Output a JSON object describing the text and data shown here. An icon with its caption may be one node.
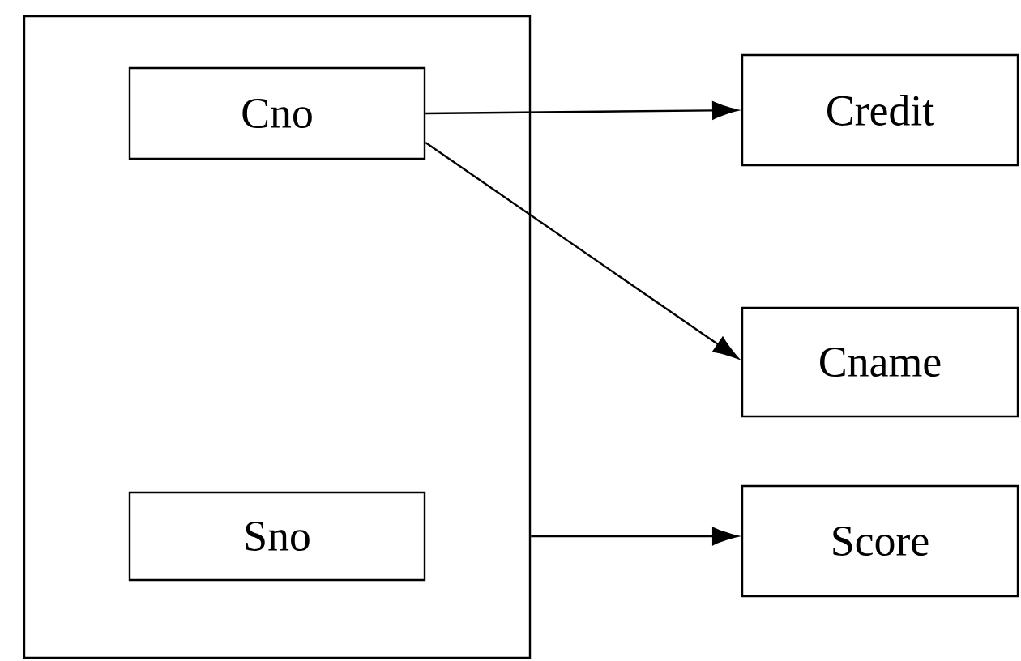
{
  "diagram": {
    "nodes": [
      {
        "text": [],
        "shape": "box"
      },
      {
        "text": [
          "Cno"
        ],
        "in": 0
      },
      {
        "text": [
          "Sno"
        ],
        "in": 0
      },
      {
        "text": [
          "Credit"
        ]
      },
      {
        "text": [
          "Cname"
        ]
      },
      {
        "text": [
          "Score"
        ]
      }
    ],
    "edges": [
      {
        "from": 1,
        "to": 3,
        "arrow": "to"
      },
      {
        "from": 1,
        "to": 4,
        "arrow": "to"
      },
      {
        "from": 0,
        "to": 5,
        "arrow": "to"
      }
    ]
  }
}
